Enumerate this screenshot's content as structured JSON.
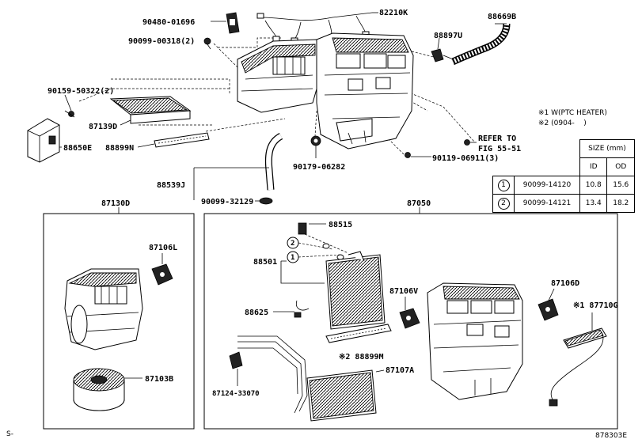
{
  "labels": {
    "p90480": "90480-01696",
    "p82210k": "82210K",
    "p88669b": "88669B",
    "p90099_318": "90099-00318(2)",
    "p88897u": "88897U",
    "p90159": "90159-50322(2)",
    "p87139d": "87139D",
    "p88650e": "88650E",
    "p88899n": "88899N",
    "refer1": "REFER TO",
    "refer2": "FIG 55-51",
    "p90179": "90179-06282",
    "p90119": "90119-06911(3)",
    "p88539j": "88539J",
    "p90099_321": "90099-32129",
    "p87130d": "87130D",
    "p87050": "87050",
    "p87106l": "87106L",
    "p88515": "88515",
    "p88501": "88501",
    "p87106v": "87106V",
    "p87106d": "87106D",
    "p87710g": "※1 87710G",
    "p88625": "88625",
    "p88899m": "※2 88899M",
    "p87103b": "87103B",
    "p87107a": "87107A",
    "p87124": "87124-33070",
    "circle1": "1",
    "circle2": "2"
  },
  "notes": {
    "note1": "※1 W(PTC HEATER)",
    "note2": "※2 (0904-    )"
  },
  "size_table": {
    "header": "SIZE (mm)",
    "col_id": "ID",
    "col_od": "OD",
    "rows": [
      {
        "mark": "1",
        "part": "90099-14120",
        "id": "10.8",
        "od": "15.6"
      },
      {
        "mark": "2",
        "part": "90099-14121",
        "id": "13.4",
        "od": "18.2"
      }
    ]
  },
  "footer": {
    "left": "S-",
    "right": "878303E"
  }
}
